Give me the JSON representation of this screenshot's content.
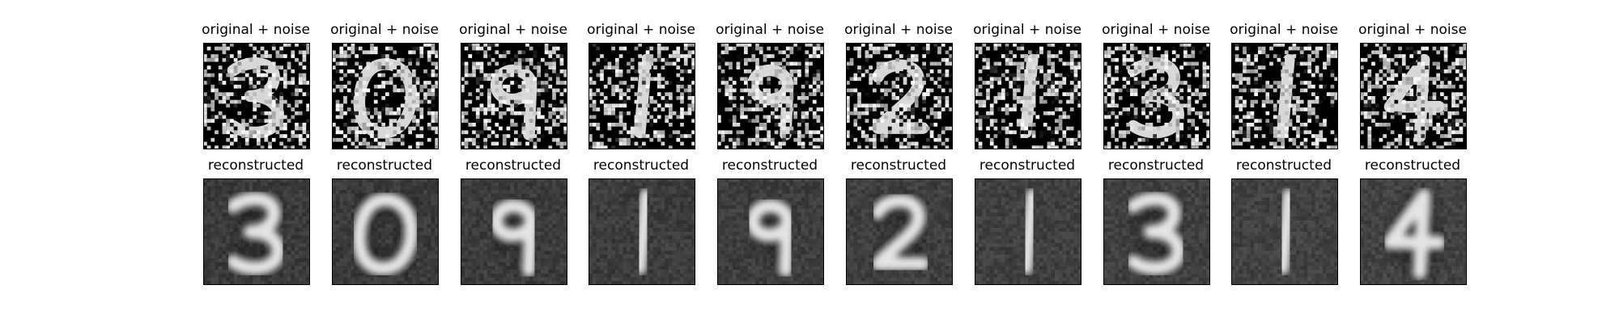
{
  "figure": {
    "background": "#ffffff",
    "panel_frame_color": "#000000",
    "colormap": "gray",
    "columns": [
      {
        "top_title": "original + noise",
        "bottom_title": "reconstructed",
        "digit": "3"
      },
      {
        "top_title": "original + noise",
        "bottom_title": "reconstructed",
        "digit": "0"
      },
      {
        "top_title": "original + noise",
        "bottom_title": "reconstructed",
        "digit": "9"
      },
      {
        "top_title": "original + noise",
        "bottom_title": "reconstructed",
        "digit": "1"
      },
      {
        "top_title": "original + noise",
        "bottom_title": "reconstructed",
        "digit": "9"
      },
      {
        "top_title": "original + noise",
        "bottom_title": "reconstructed",
        "digit": "2"
      },
      {
        "top_title": "original + noise",
        "bottom_title": "reconstructed",
        "digit": "1"
      },
      {
        "top_title": "original + noise",
        "bottom_title": "reconstructed",
        "digit": "3"
      },
      {
        "top_title": "original + noise",
        "bottom_title": "reconstructed",
        "digit": "1"
      },
      {
        "top_title": "original + noise",
        "bottom_title": "reconstructed",
        "digit": "4"
      }
    ]
  }
}
